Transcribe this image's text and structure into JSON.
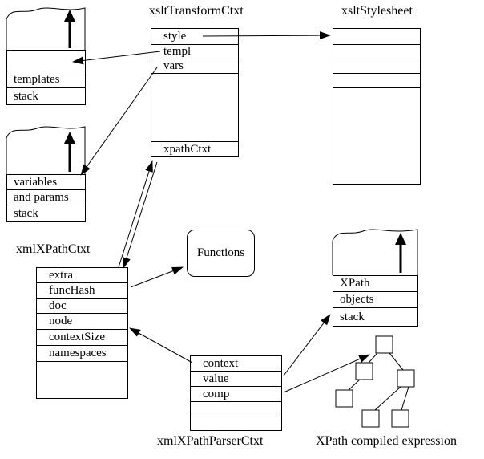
{
  "colors": {
    "ink": "#000000",
    "background": "#ffffff"
  },
  "labels": {
    "transform_ctxt": "xsltTransformCtxt",
    "stylesheet": "xsltStylesheet",
    "xpath_ctxt": "xmlXPathCtxt",
    "parser_ctxt": "xmlXPathParserCtxt",
    "compiled_expression": "XPath compiled expression"
  },
  "functions_box": {
    "label": "Functions"
  },
  "templates_stack": {
    "rows": [
      "templates",
      "stack"
    ]
  },
  "variables_stack": {
    "rows": [
      "variables",
      "and params",
      "stack"
    ]
  },
  "objects_stack": {
    "rows": [
      "XPath",
      "objects",
      "stack"
    ]
  },
  "transform_box": {
    "rows": [
      "style",
      "templ",
      "vars"
    ],
    "footer": "xpathCtxt"
  },
  "parser_box": {
    "rows": [
      "context",
      "value",
      "comp"
    ]
  },
  "xpath_box": {
    "rows": [
      "extra",
      "funcHash",
      "doc",
      "node",
      "contextSize",
      "namespaces"
    ]
  }
}
